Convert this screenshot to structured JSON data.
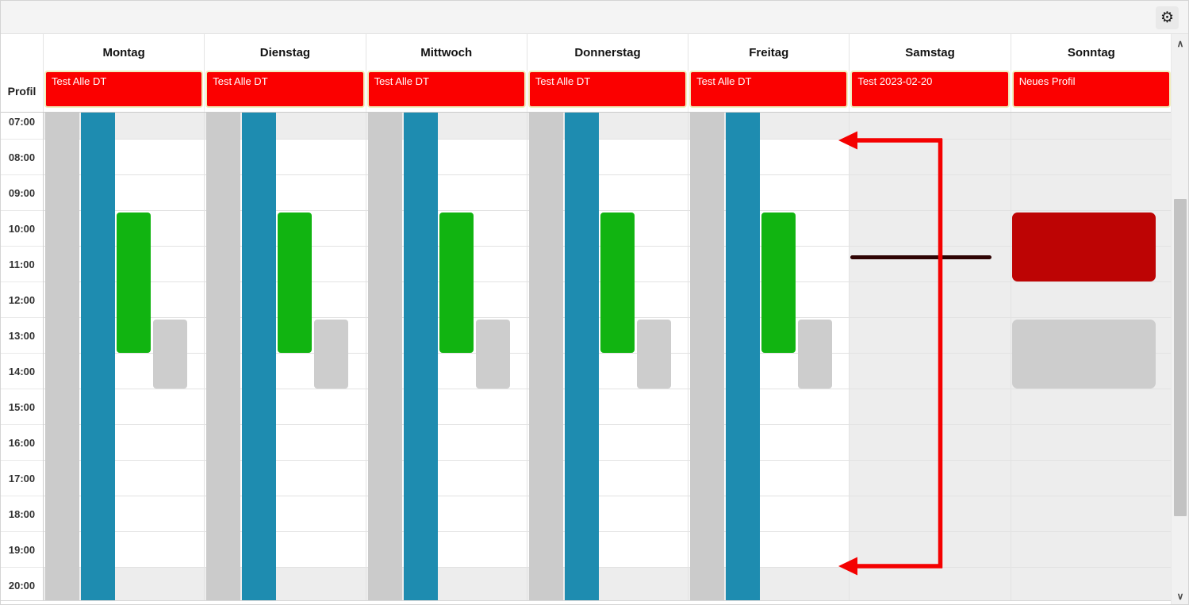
{
  "toolbar": {
    "gear_glyph": "⚙",
    "gear_label": "settings"
  },
  "scrollbar": {
    "up_glyph": "∧",
    "down_glyph": "∨"
  },
  "annotation": {
    "color": "#f40101",
    "shape": "red bracket with two left-pointing arrowheads spanning Samstag column from about 07:45 to 19:45"
  },
  "scheduler": {
    "corner_label": "Profil",
    "banner_color": "#fb0000",
    "time_labels": [
      "07:00",
      "08:00",
      "09:00",
      "10:00",
      "11:00",
      "12:00",
      "13:00",
      "14:00",
      "15:00",
      "16:00",
      "17:00",
      "18:00",
      "19:00",
      "20:00"
    ],
    "days": [
      {
        "name": "Montag",
        "profile": "Test Alle DT",
        "weekend": false,
        "events": [
          {
            "kind": "bar-gray",
            "color": "#cbcbcb",
            "lane": 0,
            "full_height": true
          },
          {
            "kind": "bar-blue",
            "color": "#1e8cb0",
            "lane": 1,
            "full_height": true
          },
          {
            "kind": "event-green",
            "color": "#11b411",
            "lane": 2,
            "start": "10:00",
            "end": "14:00"
          },
          {
            "kind": "event-lightgray",
            "color": "#cdcdcd",
            "lane": 3,
            "start": "13:00",
            "end": "15:00"
          }
        ]
      },
      {
        "name": "Dienstag",
        "profile": "Test Alle DT",
        "weekend": false,
        "events": [
          {
            "kind": "bar-gray",
            "color": "#cbcbcb",
            "lane": 0,
            "full_height": true
          },
          {
            "kind": "bar-blue",
            "color": "#1e8cb0",
            "lane": 1,
            "full_height": true
          },
          {
            "kind": "event-green",
            "color": "#11b411",
            "lane": 2,
            "start": "10:00",
            "end": "14:00"
          },
          {
            "kind": "event-lightgray",
            "color": "#cdcdcd",
            "lane": 3,
            "start": "13:00",
            "end": "15:00"
          }
        ]
      },
      {
        "name": "Mittwoch",
        "profile": "Test Alle DT",
        "weekend": false,
        "events": [
          {
            "kind": "bar-gray",
            "color": "#cbcbcb",
            "lane": 0,
            "full_height": true
          },
          {
            "kind": "bar-blue",
            "color": "#1e8cb0",
            "lane": 1,
            "full_height": true
          },
          {
            "kind": "event-green",
            "color": "#11b411",
            "lane": 2,
            "start": "10:00",
            "end": "14:00"
          },
          {
            "kind": "event-lightgray",
            "color": "#cdcdcd",
            "lane": 3,
            "start": "13:00",
            "end": "15:00"
          }
        ]
      },
      {
        "name": "Donnerstag",
        "profile": "Test Alle DT",
        "weekend": false,
        "events": [
          {
            "kind": "bar-gray",
            "color": "#cbcbcb",
            "lane": 0,
            "full_height": true
          },
          {
            "kind": "bar-blue",
            "color": "#1e8cb0",
            "lane": 1,
            "full_height": true
          },
          {
            "kind": "event-green",
            "color": "#11b411",
            "lane": 2,
            "start": "10:00",
            "end": "14:00"
          },
          {
            "kind": "event-lightgray",
            "color": "#cdcdcd",
            "lane": 3,
            "start": "13:00",
            "end": "15:00"
          }
        ]
      },
      {
        "name": "Freitag",
        "profile": "Test Alle DT",
        "weekend": false,
        "events": [
          {
            "kind": "bar-gray",
            "color": "#cbcbcb",
            "lane": 0,
            "full_height": true
          },
          {
            "kind": "bar-blue",
            "color": "#1e8cb0",
            "lane": 1,
            "full_height": true
          },
          {
            "kind": "event-green",
            "color": "#11b411",
            "lane": 2,
            "start": "10:00",
            "end": "14:00"
          },
          {
            "kind": "event-lightgray",
            "color": "#cdcdcd",
            "lane": 3,
            "start": "13:00",
            "end": "15:00"
          }
        ]
      },
      {
        "name": "Samstag",
        "profile": "Test 2023-02-20",
        "weekend": true,
        "events": [
          {
            "kind": "marker-line",
            "color": "#2f0404",
            "lane": "full",
            "start": "11:15",
            "marker": true
          }
        ]
      },
      {
        "name": "Sonntag",
        "profile": "Neues Profil",
        "weekend": true,
        "events": [
          {
            "kind": "event-darkred",
            "color": "#bd0404",
            "lane": "full",
            "start": "10:00",
            "end": "12:00"
          },
          {
            "kind": "event-gray",
            "color": "#cdcdcd",
            "lane": "full",
            "start": "13:00",
            "end": "15:00"
          }
        ]
      }
    ]
  }
}
